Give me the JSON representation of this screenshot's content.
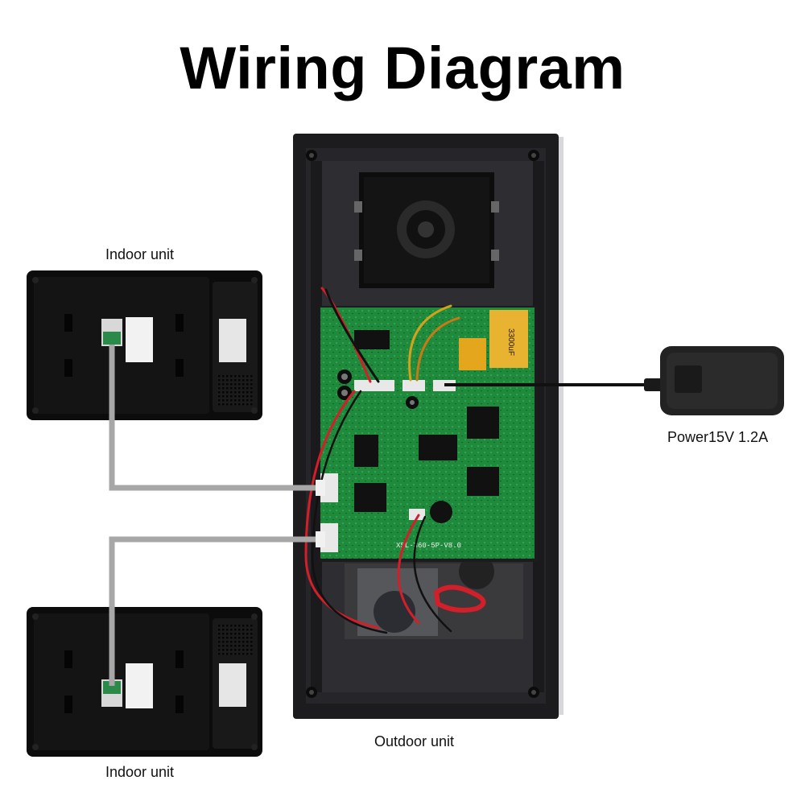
{
  "title": "Wiring Diagram",
  "labels": {
    "indoor_unit_top": "Indoor unit",
    "indoor_unit_bottom": "Indoor unit",
    "outdoor_unit": "Outdoor unit",
    "power": "Power15V 1.2A"
  },
  "pcb": {
    "board_text": "XSL-360-5P-V8.0",
    "capacitor_text": "3300uF"
  },
  "colors": {
    "wire_gray": "#a7a7a7",
    "pcb_green": "#1f8a3c",
    "housing": "#1c1c1e",
    "monitor": "#151515",
    "adapter": "#222222"
  }
}
